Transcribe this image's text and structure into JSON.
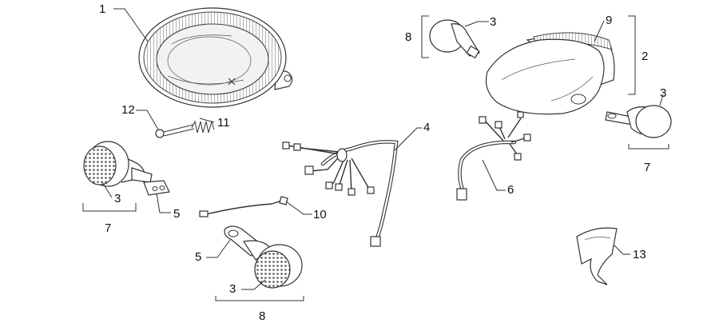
{
  "callouts": [
    {
      "id": "callout-1",
      "text": "1"
    },
    {
      "id": "callout-2",
      "text": "2"
    },
    {
      "id": "callout-3a",
      "text": "3"
    },
    {
      "id": "callout-3b",
      "text": "3"
    },
    {
      "id": "callout-3c",
      "text": "3"
    },
    {
      "id": "callout-3d",
      "text": "3"
    },
    {
      "id": "callout-4",
      "text": "4"
    },
    {
      "id": "callout-5a",
      "text": "5"
    },
    {
      "id": "callout-5b",
      "text": "5"
    },
    {
      "id": "callout-6",
      "text": "6"
    },
    {
      "id": "callout-7a",
      "text": "7"
    },
    {
      "id": "callout-7b",
      "text": "7"
    },
    {
      "id": "callout-8a",
      "text": "8"
    },
    {
      "id": "callout-8b",
      "text": "8"
    },
    {
      "id": "callout-9",
      "text": "9"
    },
    {
      "id": "callout-10",
      "text": "10"
    },
    {
      "id": "callout-11",
      "text": "11"
    },
    {
      "id": "callout-12",
      "text": "12"
    },
    {
      "id": "callout-13",
      "text": "13"
    }
  ]
}
